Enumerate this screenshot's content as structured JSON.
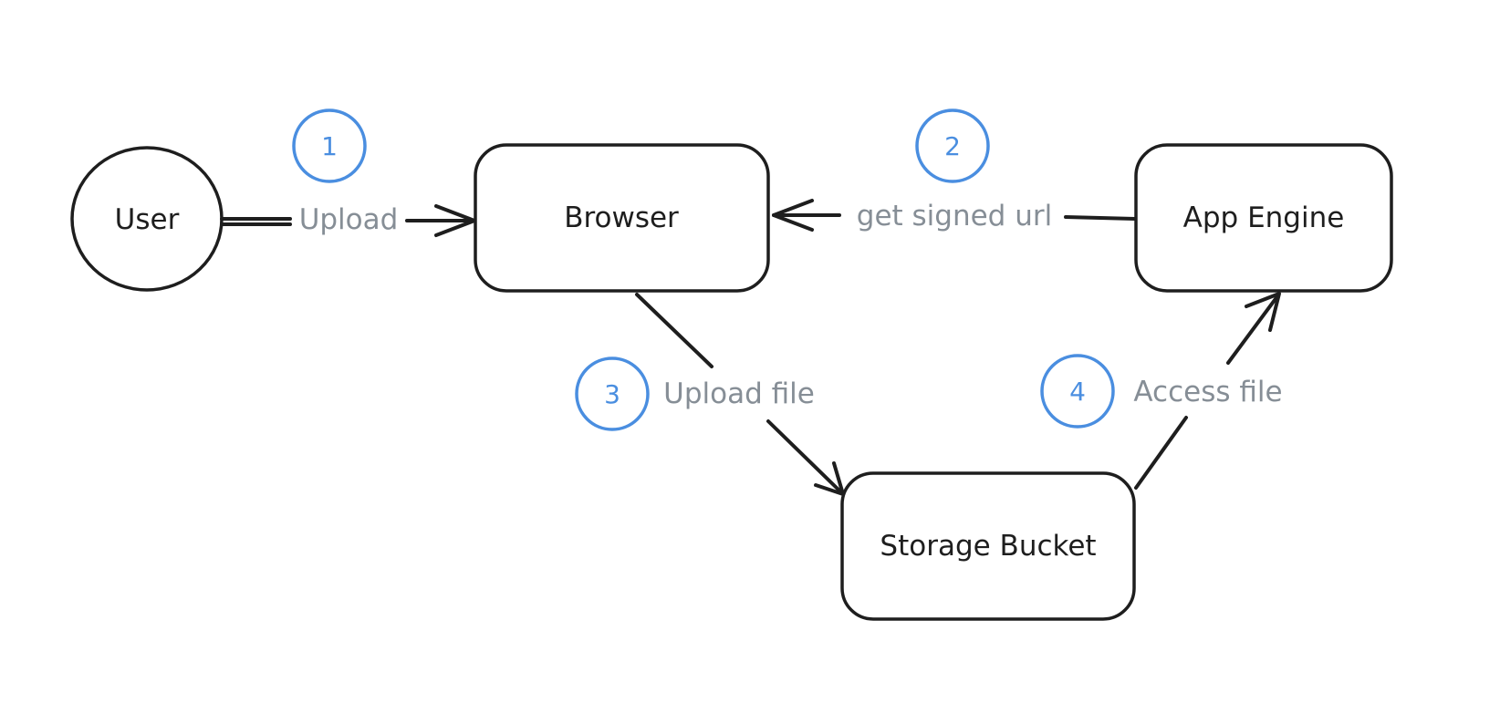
{
  "nodes": {
    "user": "User",
    "browser": "Browser",
    "app_engine": "App Engine",
    "storage_bucket": "Storage Bucket"
  },
  "edges": {
    "upload": "Upload",
    "get_signed_url": "get signed url",
    "upload_file": "Upload file",
    "access_file": "Access file"
  },
  "steps": [
    "1",
    "2",
    "3",
    "4"
  ],
  "colors": {
    "stroke": "#1e1e1e",
    "edge_label": "#868e96",
    "step_badge": "#4a8ee0",
    "background": "#ffffff"
  }
}
